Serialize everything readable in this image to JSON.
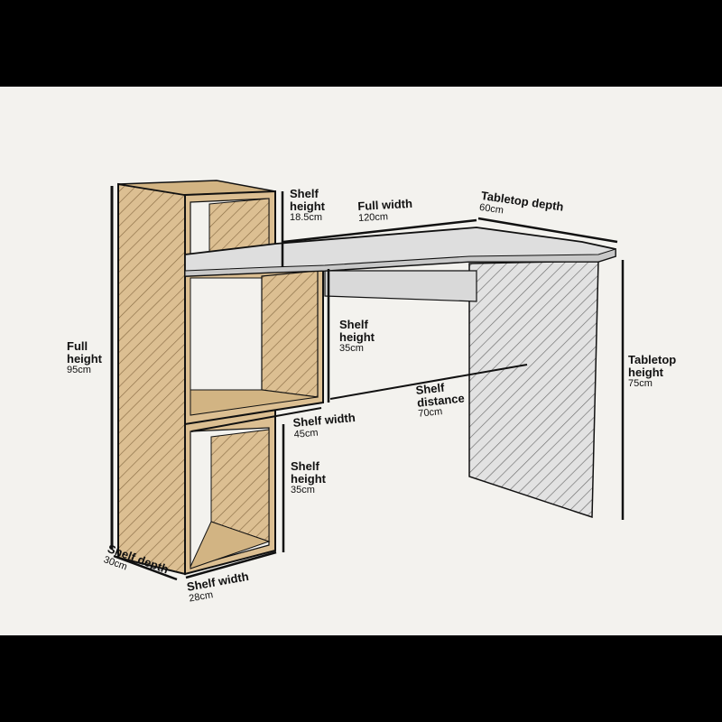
{
  "colors": {
    "background": "#f3f2ee",
    "wood": "#dcbf92",
    "wood_dark": "#c9a878",
    "grey": "#dddddd",
    "grey_dark": "#c8c8c8",
    "outline": "#111111"
  },
  "labels": {
    "full_height": {
      "title_1": "Full",
      "title_2": "height",
      "value": "95cm"
    },
    "shelf_height_top": {
      "title_1": "Shelf",
      "title_2": "height",
      "value": "18.5cm"
    },
    "full_width": {
      "title": "Full width",
      "value": "120cm"
    },
    "tabletop_depth": {
      "title": "Tabletop depth",
      "value": "60cm"
    },
    "shelf_height_mid": {
      "title_1": "Shelf",
      "title_2": "height",
      "value": "35cm"
    },
    "tabletop_height": {
      "title_1": "Tabletop",
      "title_2": "height",
      "value": "75cm"
    },
    "shelf_distance": {
      "title_1": "Shelf",
      "title_2": "distance",
      "value": "70cm"
    },
    "shelf_width_upper": {
      "title": "Shelf width",
      "value": "45cm"
    },
    "shelf_height_low": {
      "title_1": "Shelf",
      "title_2": "height",
      "value": "35cm"
    },
    "shelf_depth": {
      "title": "Shelf depth",
      "value": "30cm"
    },
    "shelf_width_lower": {
      "title": "Shelf width",
      "value": "28cm"
    }
  }
}
